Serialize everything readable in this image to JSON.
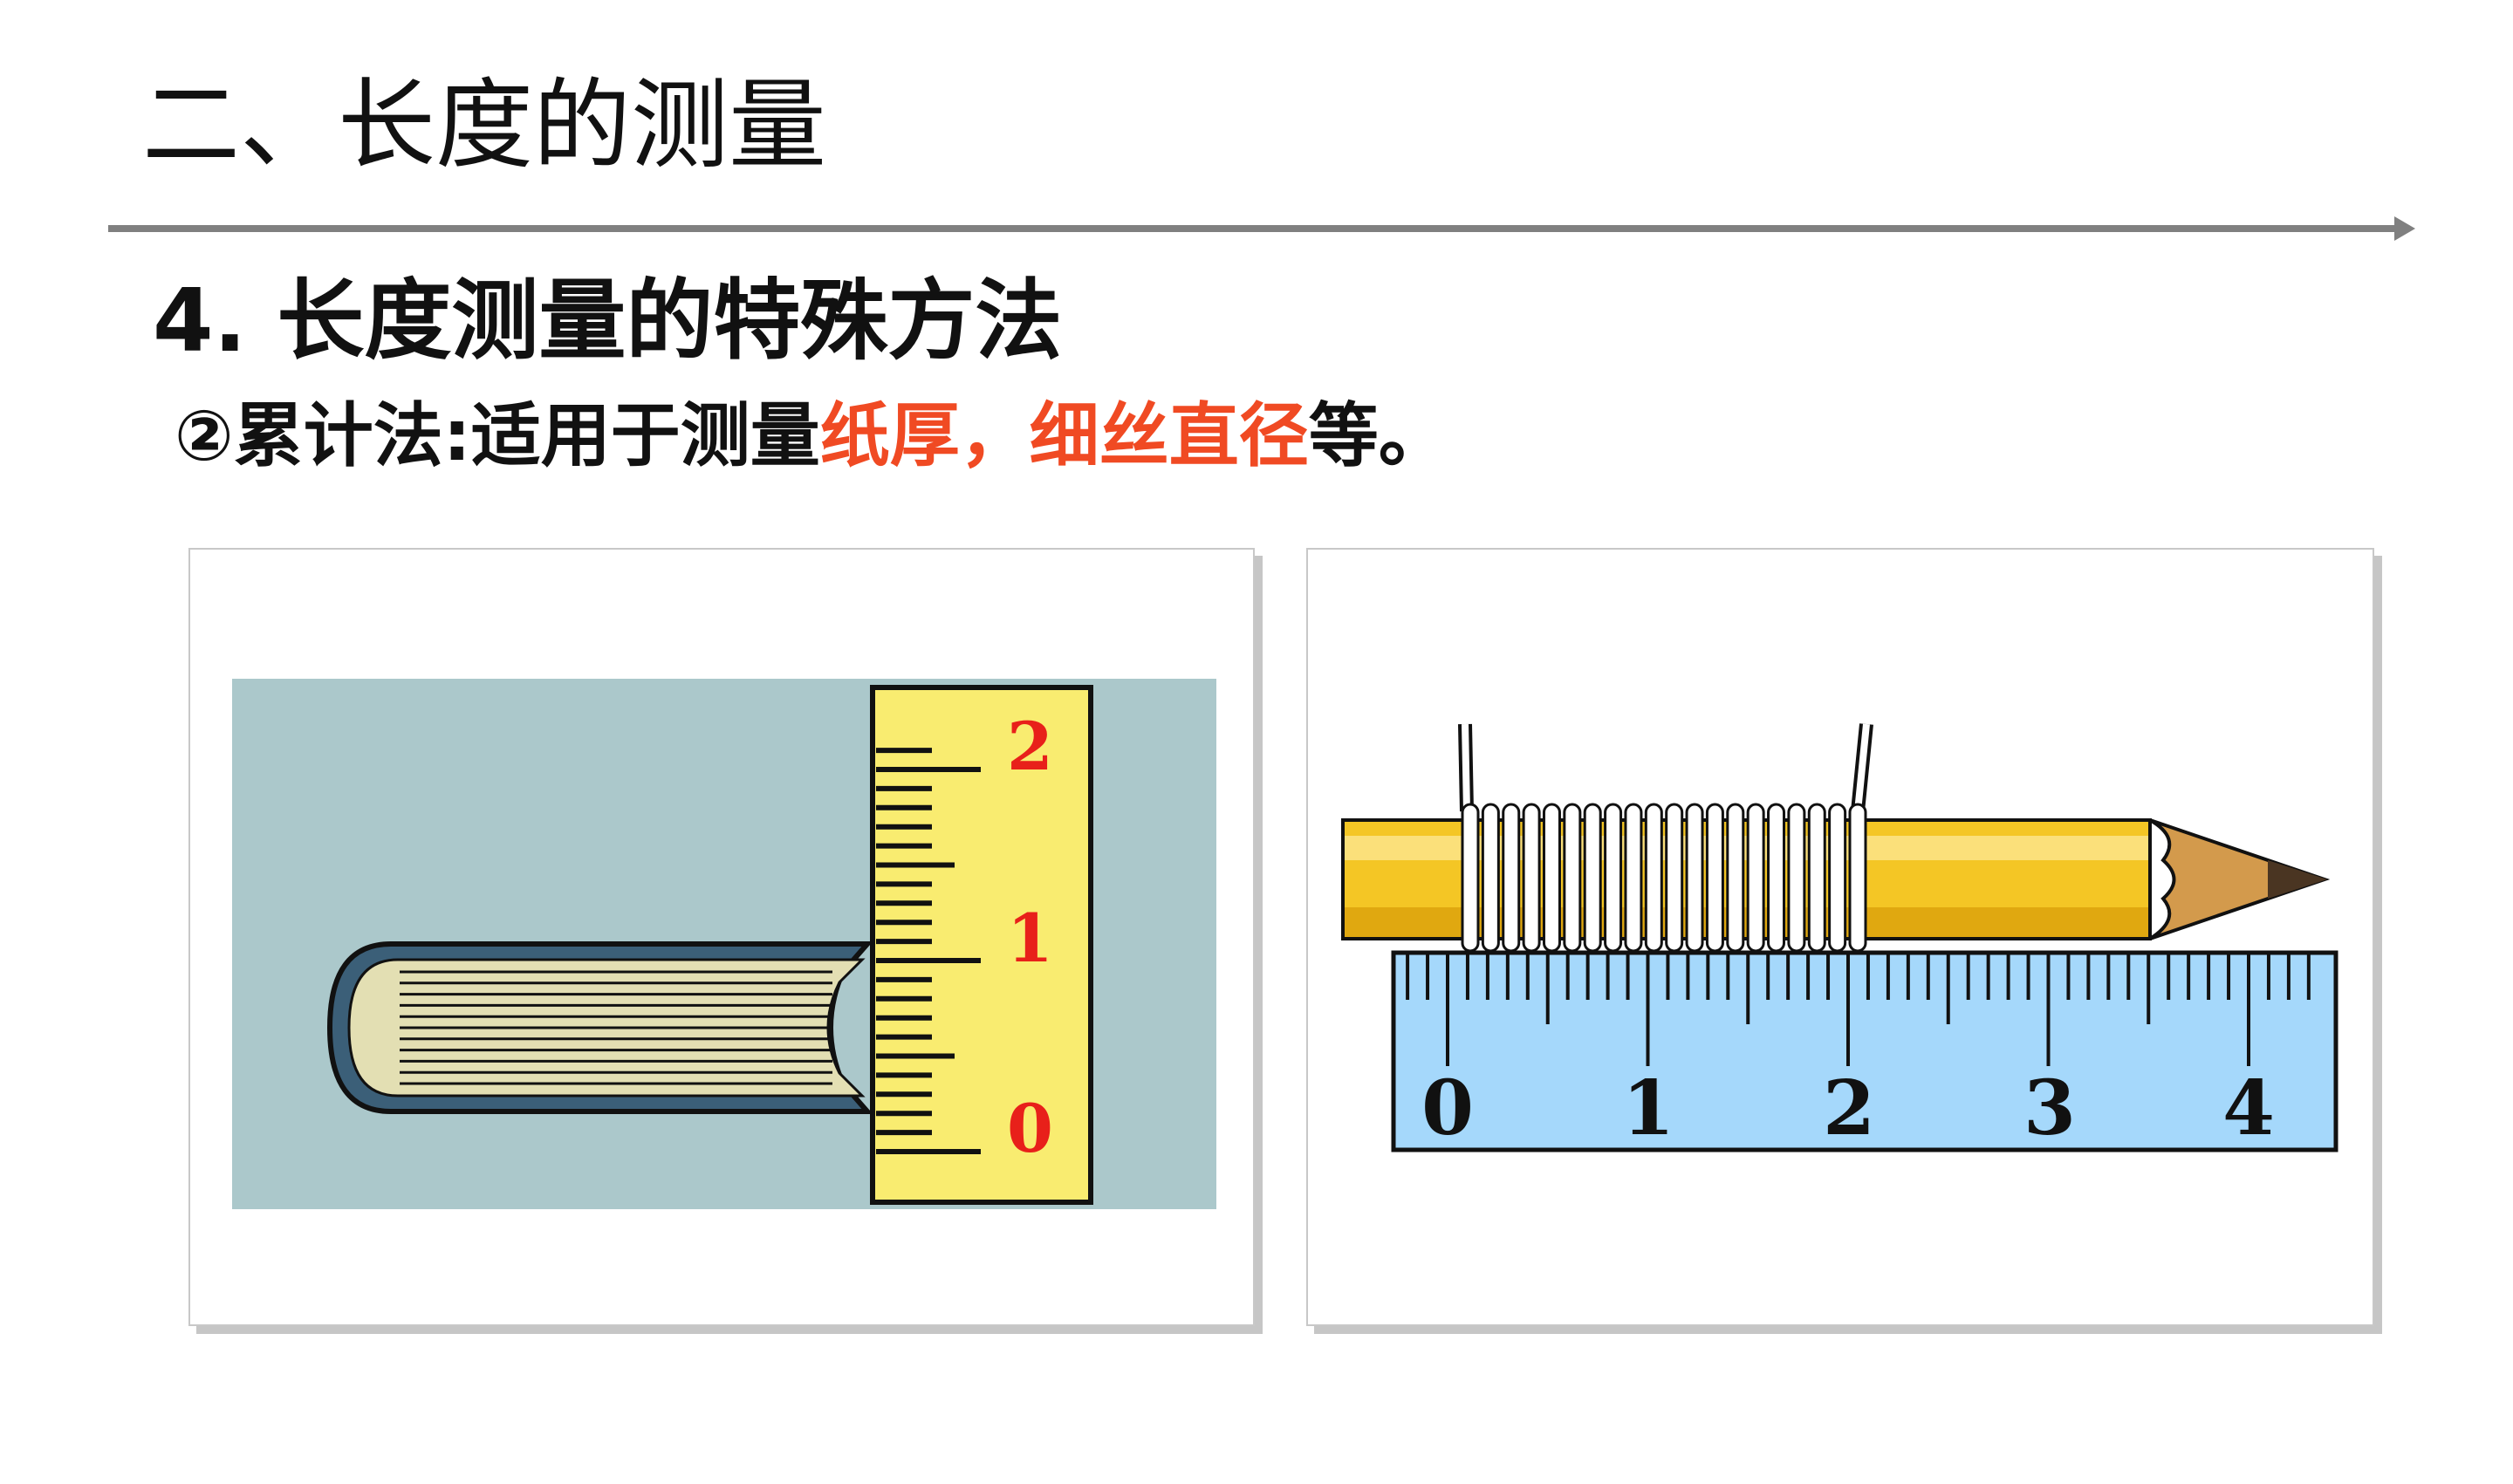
{
  "header": {
    "title": "二、长度的测量"
  },
  "section": {
    "heading": "4. 长度测量的特殊方法",
    "method_prefix": "②累计法:适用于测量",
    "method_highlight": "纸厚，细丝直径",
    "method_suffix": "等。",
    "highlight_color": "#f04a23"
  },
  "figure_left": {
    "ruler_labels": [
      "0",
      "1",
      "2"
    ],
    "label_color": "#e8201a",
    "background_color": "#abc8cb",
    "ruler_color": "#f9ec70"
  },
  "figure_right": {
    "ruler_labels": [
      "0",
      "1",
      "2",
      "3",
      "4"
    ],
    "ruler_color": "#a5d8fb",
    "pencil_color": "#f4c625",
    "coil_turns": 20
  }
}
